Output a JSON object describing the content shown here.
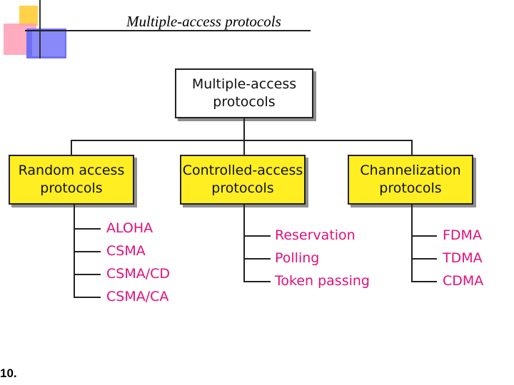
{
  "slide": {
    "title": "Multiple-access protocols",
    "footer_number": "10."
  },
  "diagram": {
    "root": [
      "Multiple-access",
      "protocols"
    ],
    "categories": [
      {
        "label": [
          "Random access",
          "protocols"
        ],
        "items": [
          "ALOHA",
          "CSMA",
          "CSMA/CD",
          "CSMA/CA"
        ]
      },
      {
        "label": [
          "Controlled-access",
          "protocols"
        ],
        "items": [
          "Reservation",
          "Polling",
          "Token passing"
        ]
      },
      {
        "label": [
          "Channelization",
          "protocols"
        ],
        "items": [
          "FDMA",
          "TDMA",
          "CDMA"
        ]
      }
    ]
  },
  "colors": {
    "box_fill": "#ffee22",
    "item_text": "#e0107a"
  }
}
